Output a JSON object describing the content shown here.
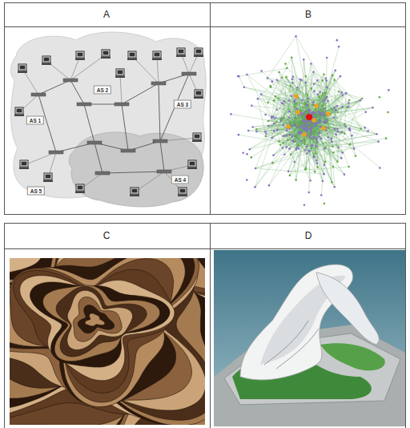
{
  "diagram": {
    "labels": [
      "A",
      "B",
      "C",
      "D",
      "AS 1",
      "AS 2",
      "AS 3",
      "AS 5",
      "AS 4"
    ]
  }
}
